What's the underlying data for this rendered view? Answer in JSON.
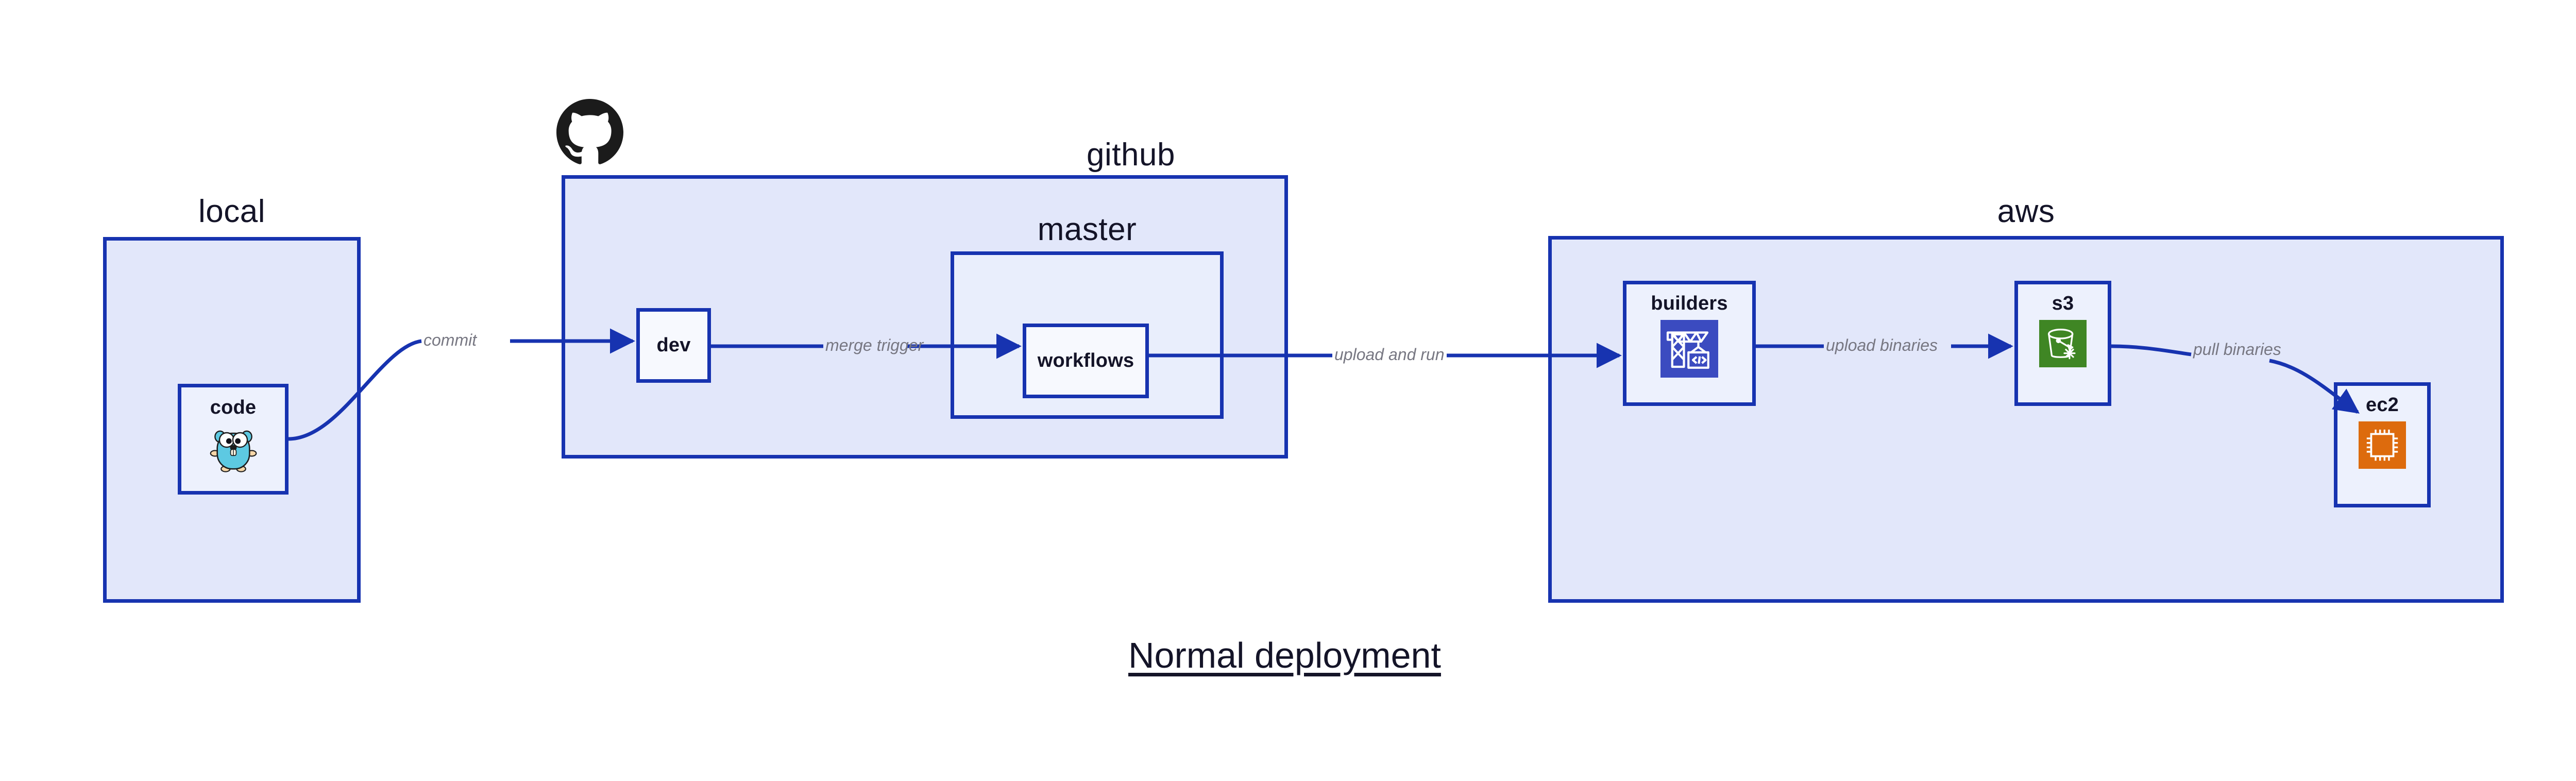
{
  "title": "Normal deployment",
  "colors": {
    "container_border": "#1733b0",
    "container_fill": "#e2e7fa",
    "node_fill": "#edf1fd",
    "edge_stroke": "#1733b0",
    "edge_label": "#777782",
    "text": "#141428",
    "builders_icon_bg": "#3b4bc0",
    "s3_icon_bg": "#3f8624",
    "ec2_icon_bg": "#dd6b0d",
    "octocat": "#1b1b1b",
    "gopher_body": "#5dc9e2"
  },
  "containers": [
    {
      "id": "local",
      "label": "local"
    },
    {
      "id": "github",
      "label": "github"
    },
    {
      "id": "master",
      "label": "master"
    },
    {
      "id": "aws",
      "label": "aws"
    }
  ],
  "nodes": [
    {
      "id": "code",
      "label": "code",
      "icon": "go-gopher-icon"
    },
    {
      "id": "dev",
      "label": "dev",
      "icon": "none"
    },
    {
      "id": "workflows",
      "label": "workflows",
      "icon": "none"
    },
    {
      "id": "builders",
      "label": "builders",
      "icon": "aws-builders-crane-icon"
    },
    {
      "id": "s3",
      "label": "s3",
      "icon": "aws-s3-bucket-icon"
    },
    {
      "id": "ec2",
      "label": "ec2",
      "icon": "aws-ec2-chip-icon"
    }
  ],
  "edges": [
    {
      "id": "commit",
      "from": "code",
      "to": "dev",
      "label": "commit"
    },
    {
      "id": "merge-trigger",
      "from": "dev",
      "to": "workflows",
      "label": "merge trigger"
    },
    {
      "id": "upload-and-run",
      "from": "workflows",
      "to": "builders",
      "label": "upload and run"
    },
    {
      "id": "upload-binaries",
      "from": "builders",
      "to": "s3",
      "label": "upload binaries"
    },
    {
      "id": "pull-binaries",
      "from": "s3",
      "to": "ec2",
      "label": "pull binaries"
    }
  ],
  "logos": [
    {
      "id": "github-octocat",
      "name": "github-octocat-logo"
    }
  ]
}
